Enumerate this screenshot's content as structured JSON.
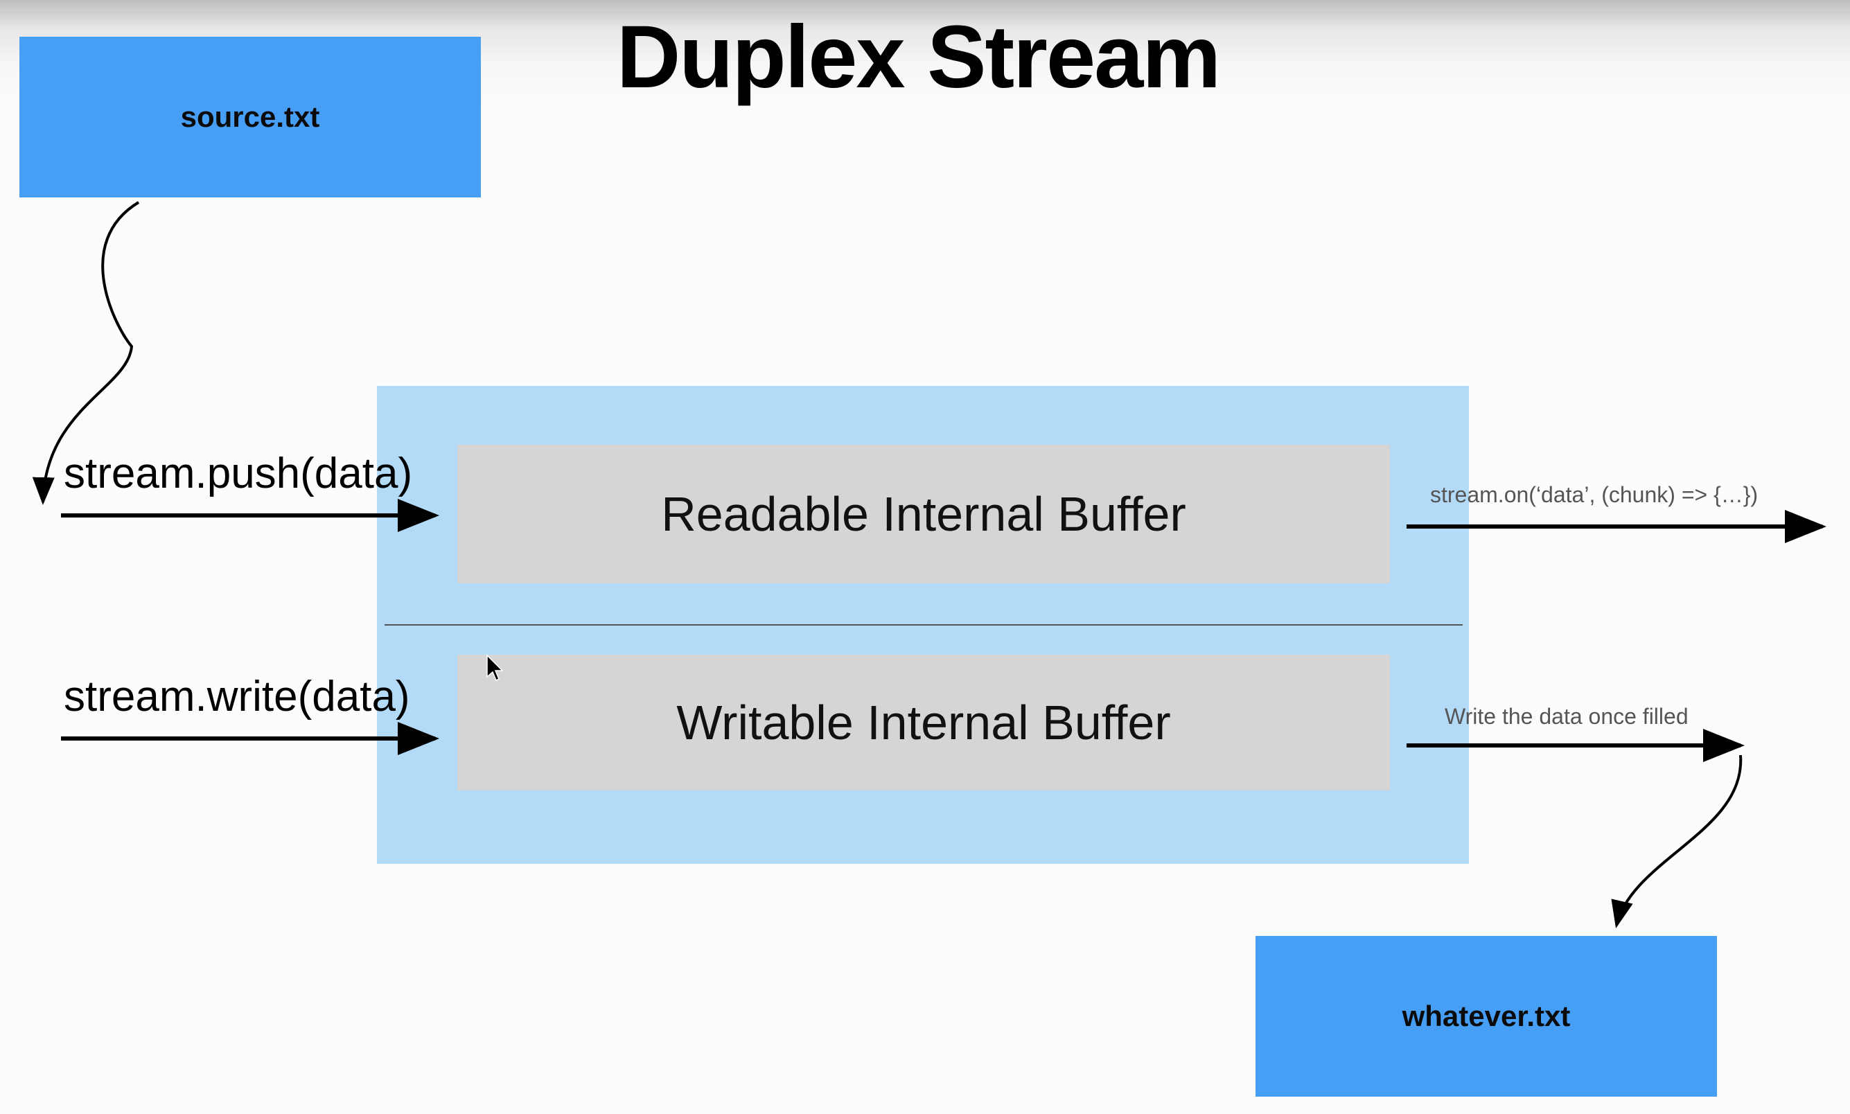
{
  "title": "Duplex Stream",
  "source_file": "source.txt",
  "target_file": "whatever.txt",
  "readable_buffer": "Readable Internal Buffer",
  "writable_buffer": "Writable Internal Buffer",
  "push_call": "stream.push(data)",
  "write_call": "stream.write(data)",
  "on_data_call": "stream.on(‘data’, (chunk) => {…})",
  "write_once_label": "Write the data once filled",
  "colors": {
    "file_box": "#479ff5",
    "duplex_panel": "#b3dbf8",
    "buffer": "#d5d5d5"
  }
}
